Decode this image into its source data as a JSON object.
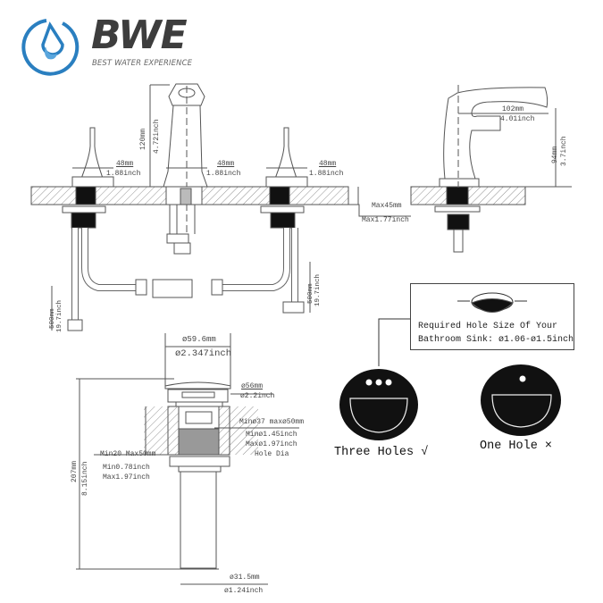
{
  "brand": {
    "name": "BWE",
    "tagline": "BEST WATER EXPERIENCE",
    "colors": {
      "primary": "#2a7fc0",
      "text": "#3d3d3d"
    },
    "icon": "water-drop-icon"
  },
  "front_view": {
    "spout_height": {
      "mm": "120mm",
      "inch": "4.72inch"
    },
    "handle_left_width": {
      "mm": "48mm",
      "inch": "1.88inch"
    },
    "spout_base_width": {
      "mm": "48mm",
      "inch": "1.88inch"
    },
    "handle_right_width": {
      "mm": "48mm",
      "inch": "1.88inch"
    },
    "deck_thickness": {
      "mm": "Max45mm",
      "inch": "Max1.77inch"
    },
    "hose_left": {
      "mm": "500mm",
      "inch": "19.7inch"
    },
    "hose_right": {
      "mm": "500mm",
      "inch": "19.7inch"
    }
  },
  "side_view": {
    "spout_reach": {
      "mm": "102mm",
      "inch": "4.01inch"
    },
    "spout_height": {
      "mm": "94mm",
      "inch": "3.7inch"
    }
  },
  "drain": {
    "cap_diameter": {
      "mm": "ø59.6mm",
      "inch": "ø2.347inch"
    },
    "flange_diameter": {
      "mm": "ø56mm",
      "inch": "ø2.2inch"
    },
    "hole_diameter": {
      "mm": "Minø37 maxø50mm",
      "inch_min": "Minø1.45inch",
      "inch_max": "Maxø1.97inch",
      "note": "Hole Dia"
    },
    "sink_thickness": {
      "mm": "Min20 Max50mm",
      "inch_min": "Min0.78inch",
      "inch_max": "Max1.97inch"
    },
    "total_height": {
      "mm": "207mm",
      "inch": "8.15inch"
    },
    "tail_diameter": {
      "mm": "ø31.5mm",
      "inch": "ø1.24inch"
    }
  },
  "hole_note": {
    "line1": "Required Hole Size Of Your",
    "line2": "Bathroom Sink: ø1.06-ø1.5inch"
  },
  "sinks": [
    {
      "caption": "Three Holes √",
      "holes": 3,
      "status": "compatible"
    },
    {
      "caption": "One Hole ×",
      "holes": 1,
      "status": "incompatible"
    }
  ]
}
